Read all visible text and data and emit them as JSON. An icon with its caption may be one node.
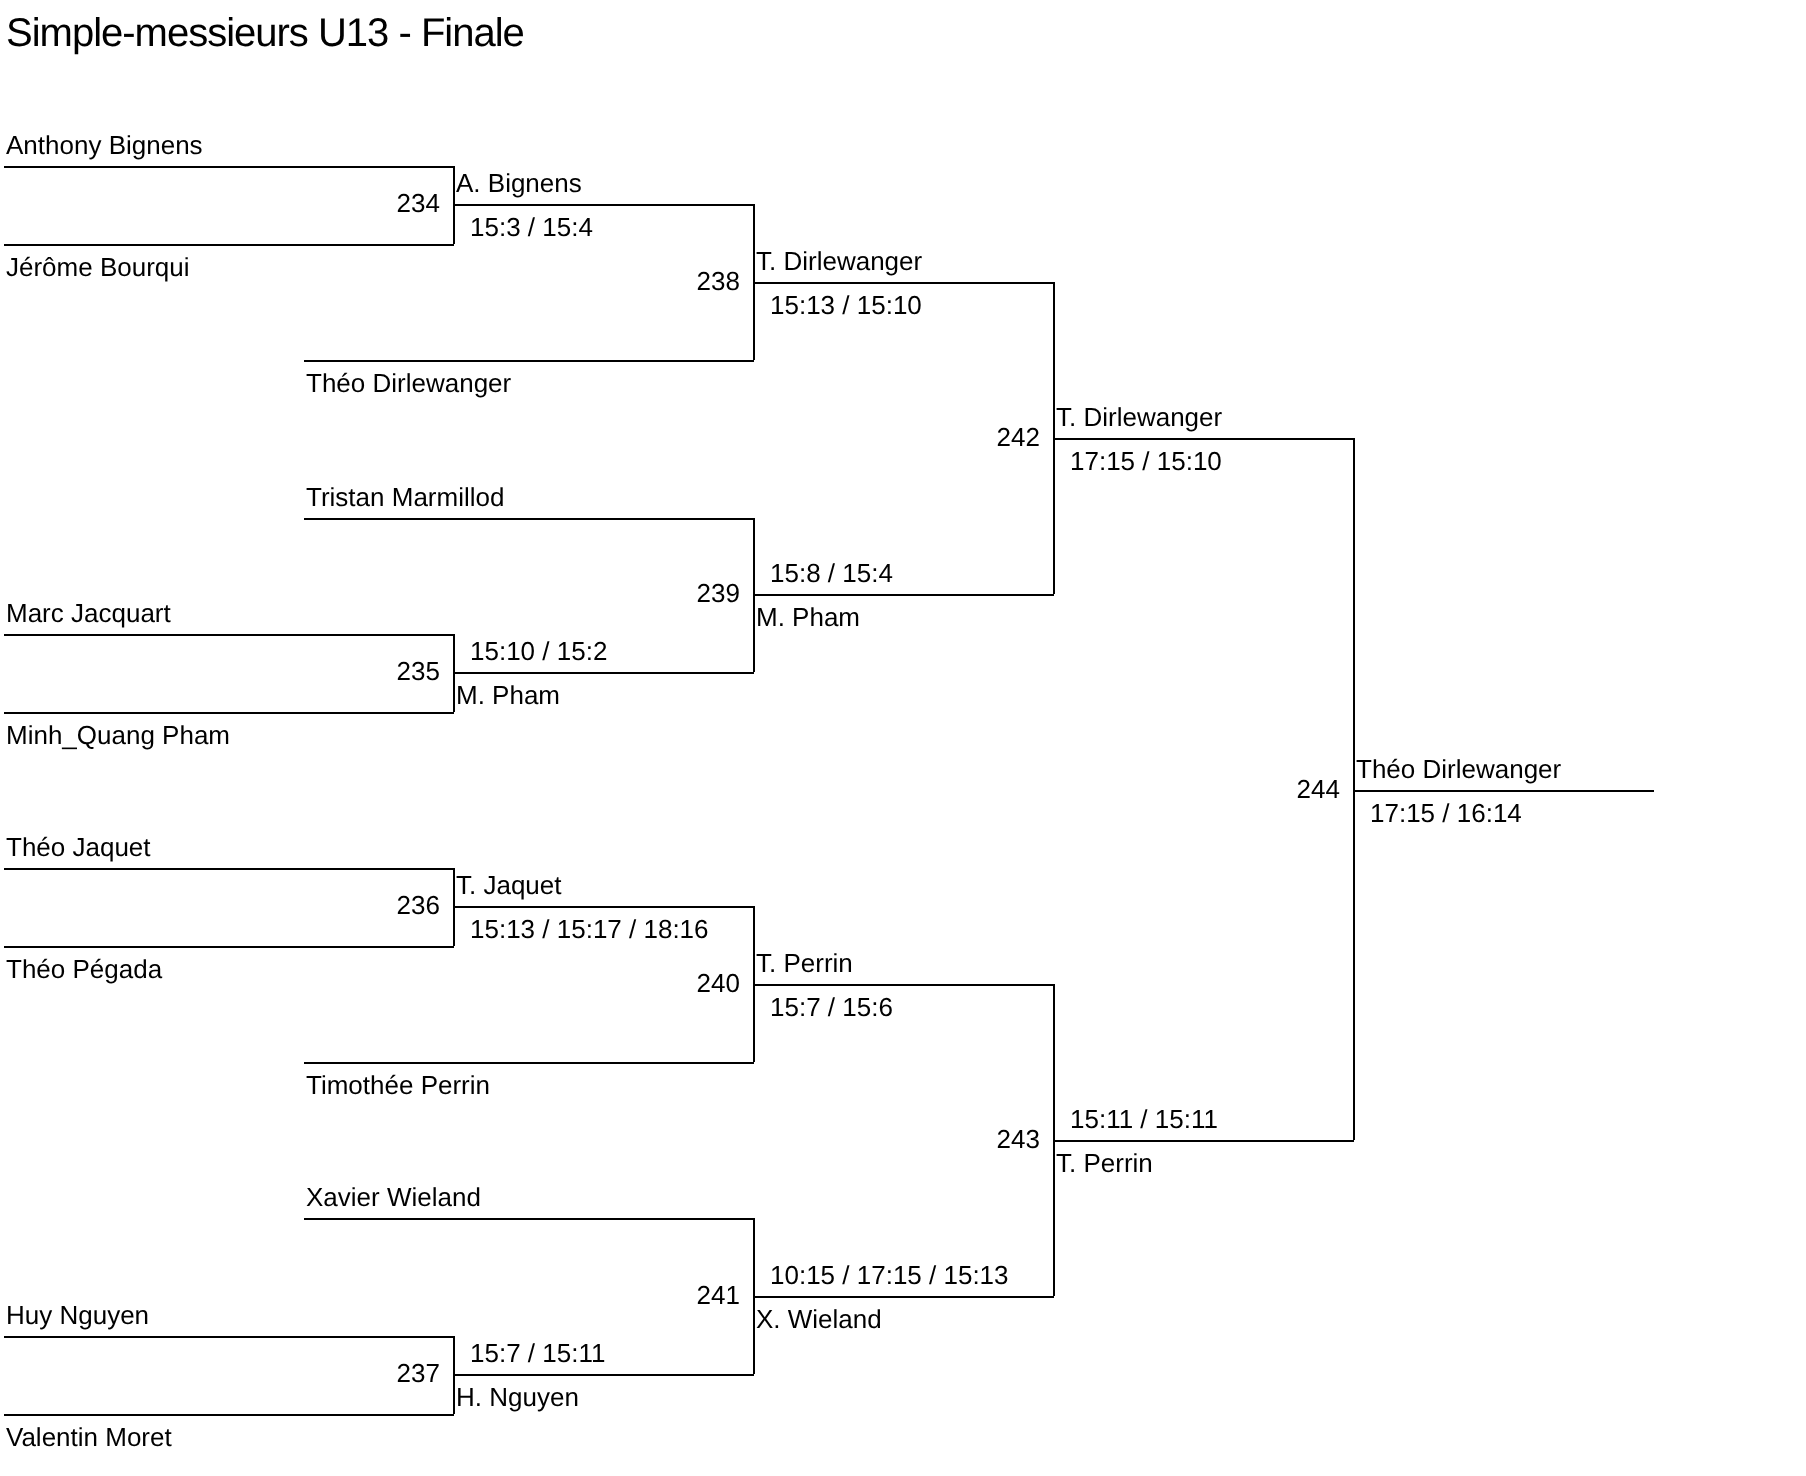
{
  "diagram": {
    "title": "Simple-messieurs U13 - Finale",
    "nodes": [
      {
        "text": [
          "Anthony Bignens"
        ]
      },
      {
        "text": [
          "Jérôme Bourqui"
        ]
      },
      {
        "text": [
          "A. Bignens"
        ],
        "beside": [
          "234",
          "15:3 / 15:4"
        ]
      },
      {
        "text": [
          "Théo Dirlewanger"
        ]
      },
      {
        "text": [
          "T. Dirlewanger"
        ],
        "beside": [
          "238",
          "15:13 / 15:10"
        ]
      },
      {
        "text": [
          "Tristan Marmillod"
        ]
      },
      {
        "text": [
          "Marc Jacquart"
        ]
      },
      {
        "text": [
          "Minh_Quang Pham"
        ]
      },
      {
        "text": [
          "M. Pham"
        ],
        "beside": [
          "235",
          "15:10 / 15:2"
        ]
      },
      {
        "text": [
          "M. Pham"
        ],
        "beside": [
          "239",
          "15:8 / 15:4"
        ]
      },
      {
        "text": [
          "T. Dirlewanger"
        ],
        "beside": [
          "242",
          "17:15 / 15:10"
        ]
      },
      {
        "text": [
          "Théo Jaquet"
        ]
      },
      {
        "text": [
          "Théo Pégada"
        ]
      },
      {
        "text": [
          "T. Jaquet"
        ],
        "beside": [
          "236",
          "15:13 / 15:17 / 18:16"
        ]
      },
      {
        "text": [
          "Timothée Perrin"
        ]
      },
      {
        "text": [
          "T. Perrin"
        ],
        "beside": [
          "240",
          "15:7 / 15:6"
        ]
      },
      {
        "text": [
          "Xavier Wieland"
        ]
      },
      {
        "text": [
          "Huy Nguyen"
        ]
      },
      {
        "text": [
          "Valentin Moret"
        ]
      },
      {
        "text": [
          "H. Nguyen"
        ],
        "beside": [
          "237",
          "15:7 / 15:11"
        ]
      },
      {
        "text": [
          "X. Wieland"
        ],
        "beside": [
          "241",
          "10:15 / 17:15 / 15:13"
        ]
      },
      {
        "text": [
          "T. Perrin"
        ],
        "beside": [
          "243",
          "15:11 / 15:11"
        ]
      },
      {
        "text": [
          "Théo Dirlewanger"
        ],
        "beside": [
          "244",
          "17:15 / 16:14"
        ]
      }
    ],
    "edges": [
      {
        "from": 0,
        "to": 2,
        "arrow": "none"
      },
      {
        "from": 1,
        "to": 2,
        "arrow": "none"
      },
      {
        "from": 2,
        "to": 4,
        "arrow": "none"
      },
      {
        "from": 3,
        "to": 4,
        "arrow": "none"
      },
      {
        "from": 5,
        "to": 9,
        "arrow": "none"
      },
      {
        "from": 8,
        "to": 9,
        "arrow": "none"
      },
      {
        "from": 6,
        "to": 8,
        "arrow": "none"
      },
      {
        "from": 7,
        "to": 8,
        "arrow": "none"
      },
      {
        "from": 4,
        "to": 10,
        "arrow": "none"
      },
      {
        "from": 9,
        "to": 10,
        "arrow": "none"
      },
      {
        "from": 11,
        "to": 13,
        "arrow": "none"
      },
      {
        "from": 12,
        "to": 13,
        "arrow": "none"
      },
      {
        "from": 13,
        "to": 15,
        "arrow": "none"
      },
      {
        "from": 14,
        "to": 15,
        "arrow": "none"
      },
      {
        "from": 16,
        "to": 20,
        "arrow": "none"
      },
      {
        "from": 19,
        "to": 20,
        "arrow": "none"
      },
      {
        "from": 17,
        "to": 19,
        "arrow": "none"
      },
      {
        "from": 18,
        "to": 19,
        "arrow": "none"
      },
      {
        "from": 15,
        "to": 21,
        "arrow": "none"
      },
      {
        "from": 20,
        "to": 21,
        "arrow": "none"
      },
      {
        "from": 10,
        "to": 22,
        "arrow": "none"
      },
      {
        "from": 21,
        "to": 22,
        "arrow": "none"
      }
    ]
  }
}
